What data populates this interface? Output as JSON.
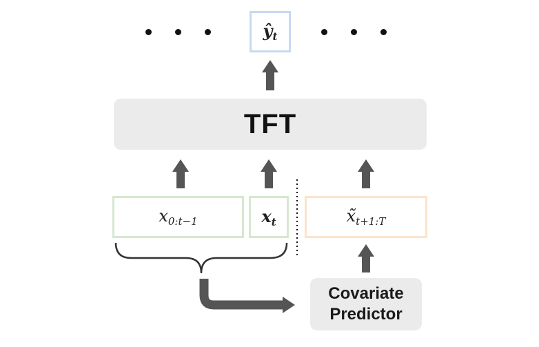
{
  "output": {
    "symbol": "ŷ",
    "subscript": "t",
    "ellipsis_left": "• • •",
    "ellipsis_right": "• • •"
  },
  "model": {
    "label": "TFT"
  },
  "inputs": {
    "history": {
      "symbol": "x",
      "subscript": "0:t−1"
    },
    "current": {
      "symbol": "x",
      "subscript": "t"
    },
    "future": {
      "symbol": "x̃",
      "subscript": "t+1:T"
    }
  },
  "covariate_predictor": {
    "line1": "Covariate",
    "line2": "Predictor"
  },
  "colors": {
    "output_border": "#c6d9f1",
    "input_border": "#d6e8cf",
    "future_border": "#fbe4cc",
    "arrow": "#555555",
    "block_fill": "#ebebeb"
  }
}
